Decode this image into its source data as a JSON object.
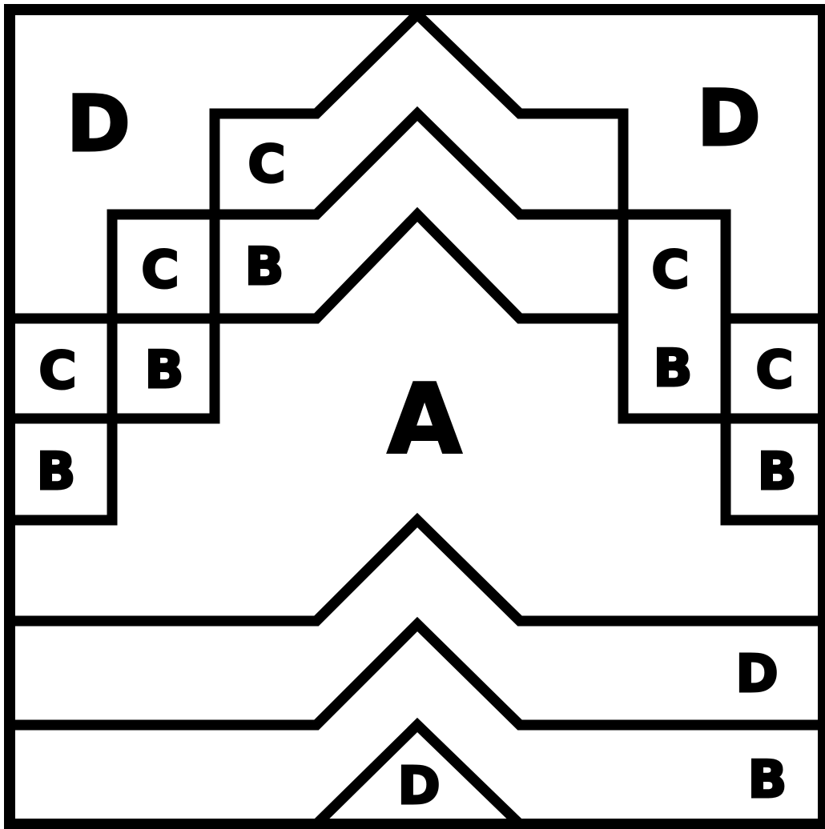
{
  "diagram": {
    "regions": {
      "top_left_d": "D",
      "top_right_d": "D",
      "center_top_c": "C",
      "center_top_b": "B",
      "left_upper_c": "C",
      "left_mid_c": "C",
      "left_mid_b": "B",
      "left_lower_b": "B",
      "right_upper_c": "C",
      "right_mid_b": "B",
      "right_mid_c": "C",
      "right_lower_b": "B",
      "center_a": "A",
      "lower_right_d": "D",
      "bottom_right_b": "B",
      "bottom_center_d": "D"
    }
  }
}
